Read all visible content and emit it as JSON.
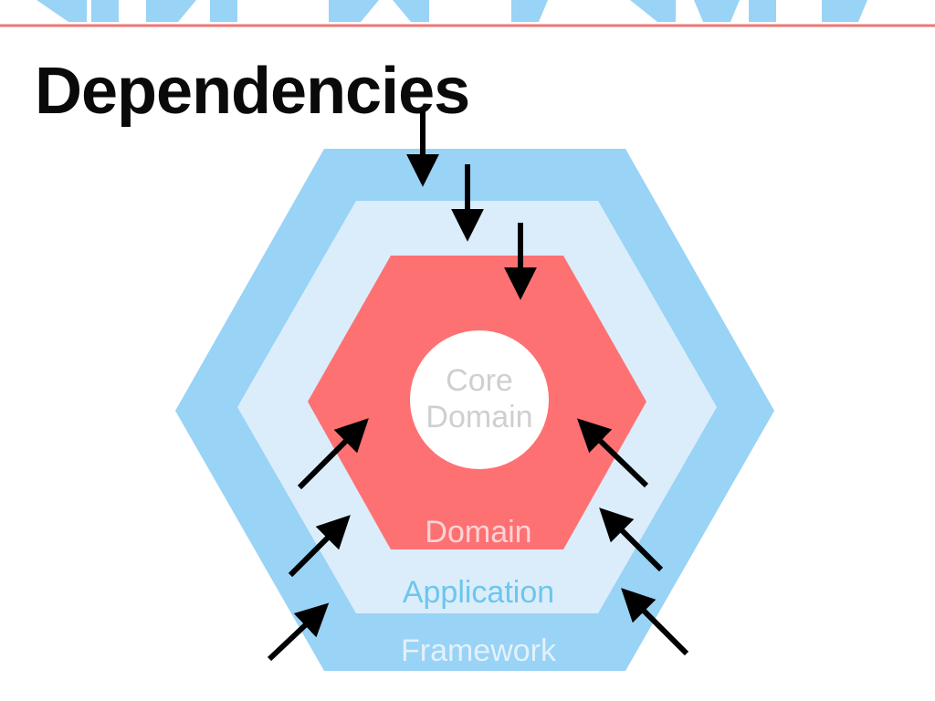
{
  "title": "Dependencies",
  "layers": {
    "framework": {
      "label": "Framework",
      "fill": "#99d3f6",
      "text_color": "#e3f1fb"
    },
    "application": {
      "label": "Application",
      "fill": "#dbedfa",
      "text_color": "#6cc6ee"
    },
    "domain": {
      "label": "Domain",
      "fill": "#fd7173",
      "text_color": "#fcd3d5"
    },
    "core": {
      "label_line1": "Core",
      "label_line2": "Domain",
      "fill": "#ffffff",
      "text_color": "#cfcfcf"
    }
  },
  "colors": {
    "banner_shape": "#99d3f6",
    "banner_line": "#ec7576",
    "arrow": "#000000"
  },
  "icons": {
    "arrow": "arrow-icon"
  }
}
